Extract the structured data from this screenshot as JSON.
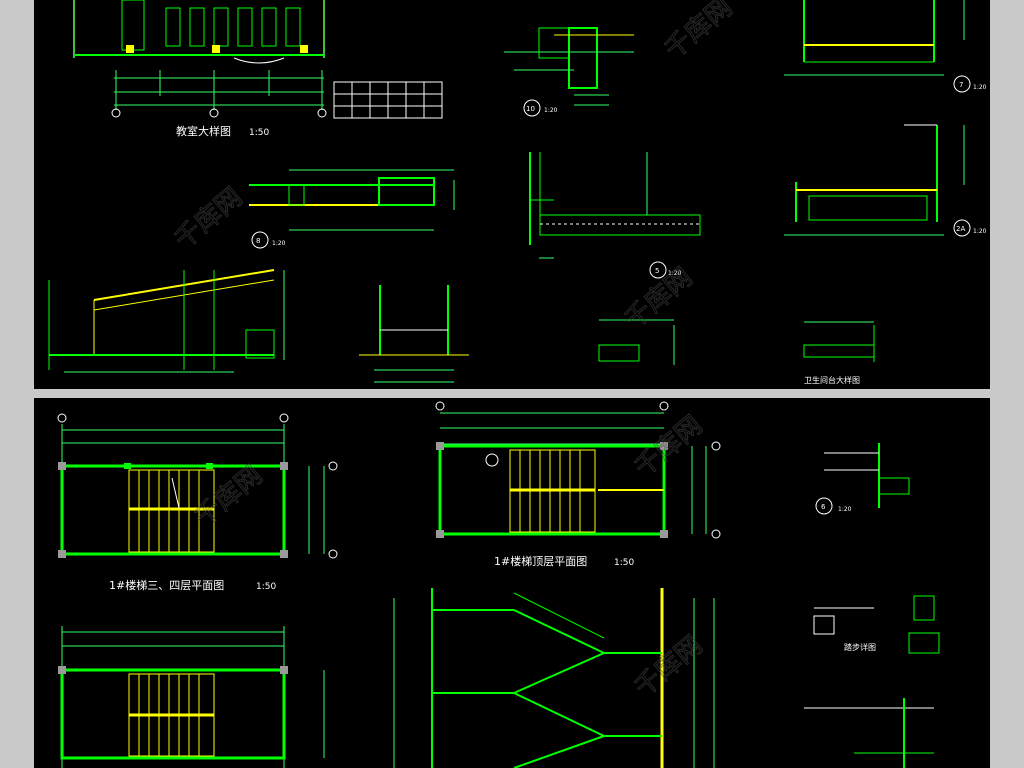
{
  "colors": {
    "background": "#c9c9c9",
    "sheet": "#000000",
    "wall": "#00ff00",
    "dimension": "#33ff66",
    "stair": "#ffff00",
    "text": "#ffffff",
    "column": "#9a9a9a",
    "marker": "#00ffff"
  },
  "sheet_top": {
    "classroom_detail_title": "教室大样图",
    "classroom_detail_scale": "1:50",
    "detail_titles": {
      "right_bottom": "卫生间台大样图"
    },
    "markers": [
      {
        "id": "m1",
        "label": "10",
        "scale": "1:20"
      },
      {
        "id": "m2",
        "label": "8",
        "scale": "1:20"
      },
      {
        "id": "m3",
        "label": "5",
        "scale": "1:20"
      },
      {
        "id": "m4",
        "label": "7",
        "scale": "1:20"
      },
      {
        "id": "m5",
        "label": "2A",
        "scale": "1:20"
      }
    ]
  },
  "sheet_bottom": {
    "plan_34_title": "1#楼梯三、四层平面图",
    "plan_34_scale": "1:50",
    "plan_top_title": "1#楼梯顶层平面图",
    "plan_top_scale": "1:50",
    "right_detail_title": "踏步详图",
    "right_marker": {
      "label": "6",
      "scale": "1:20"
    }
  },
  "watermark": "千库网"
}
